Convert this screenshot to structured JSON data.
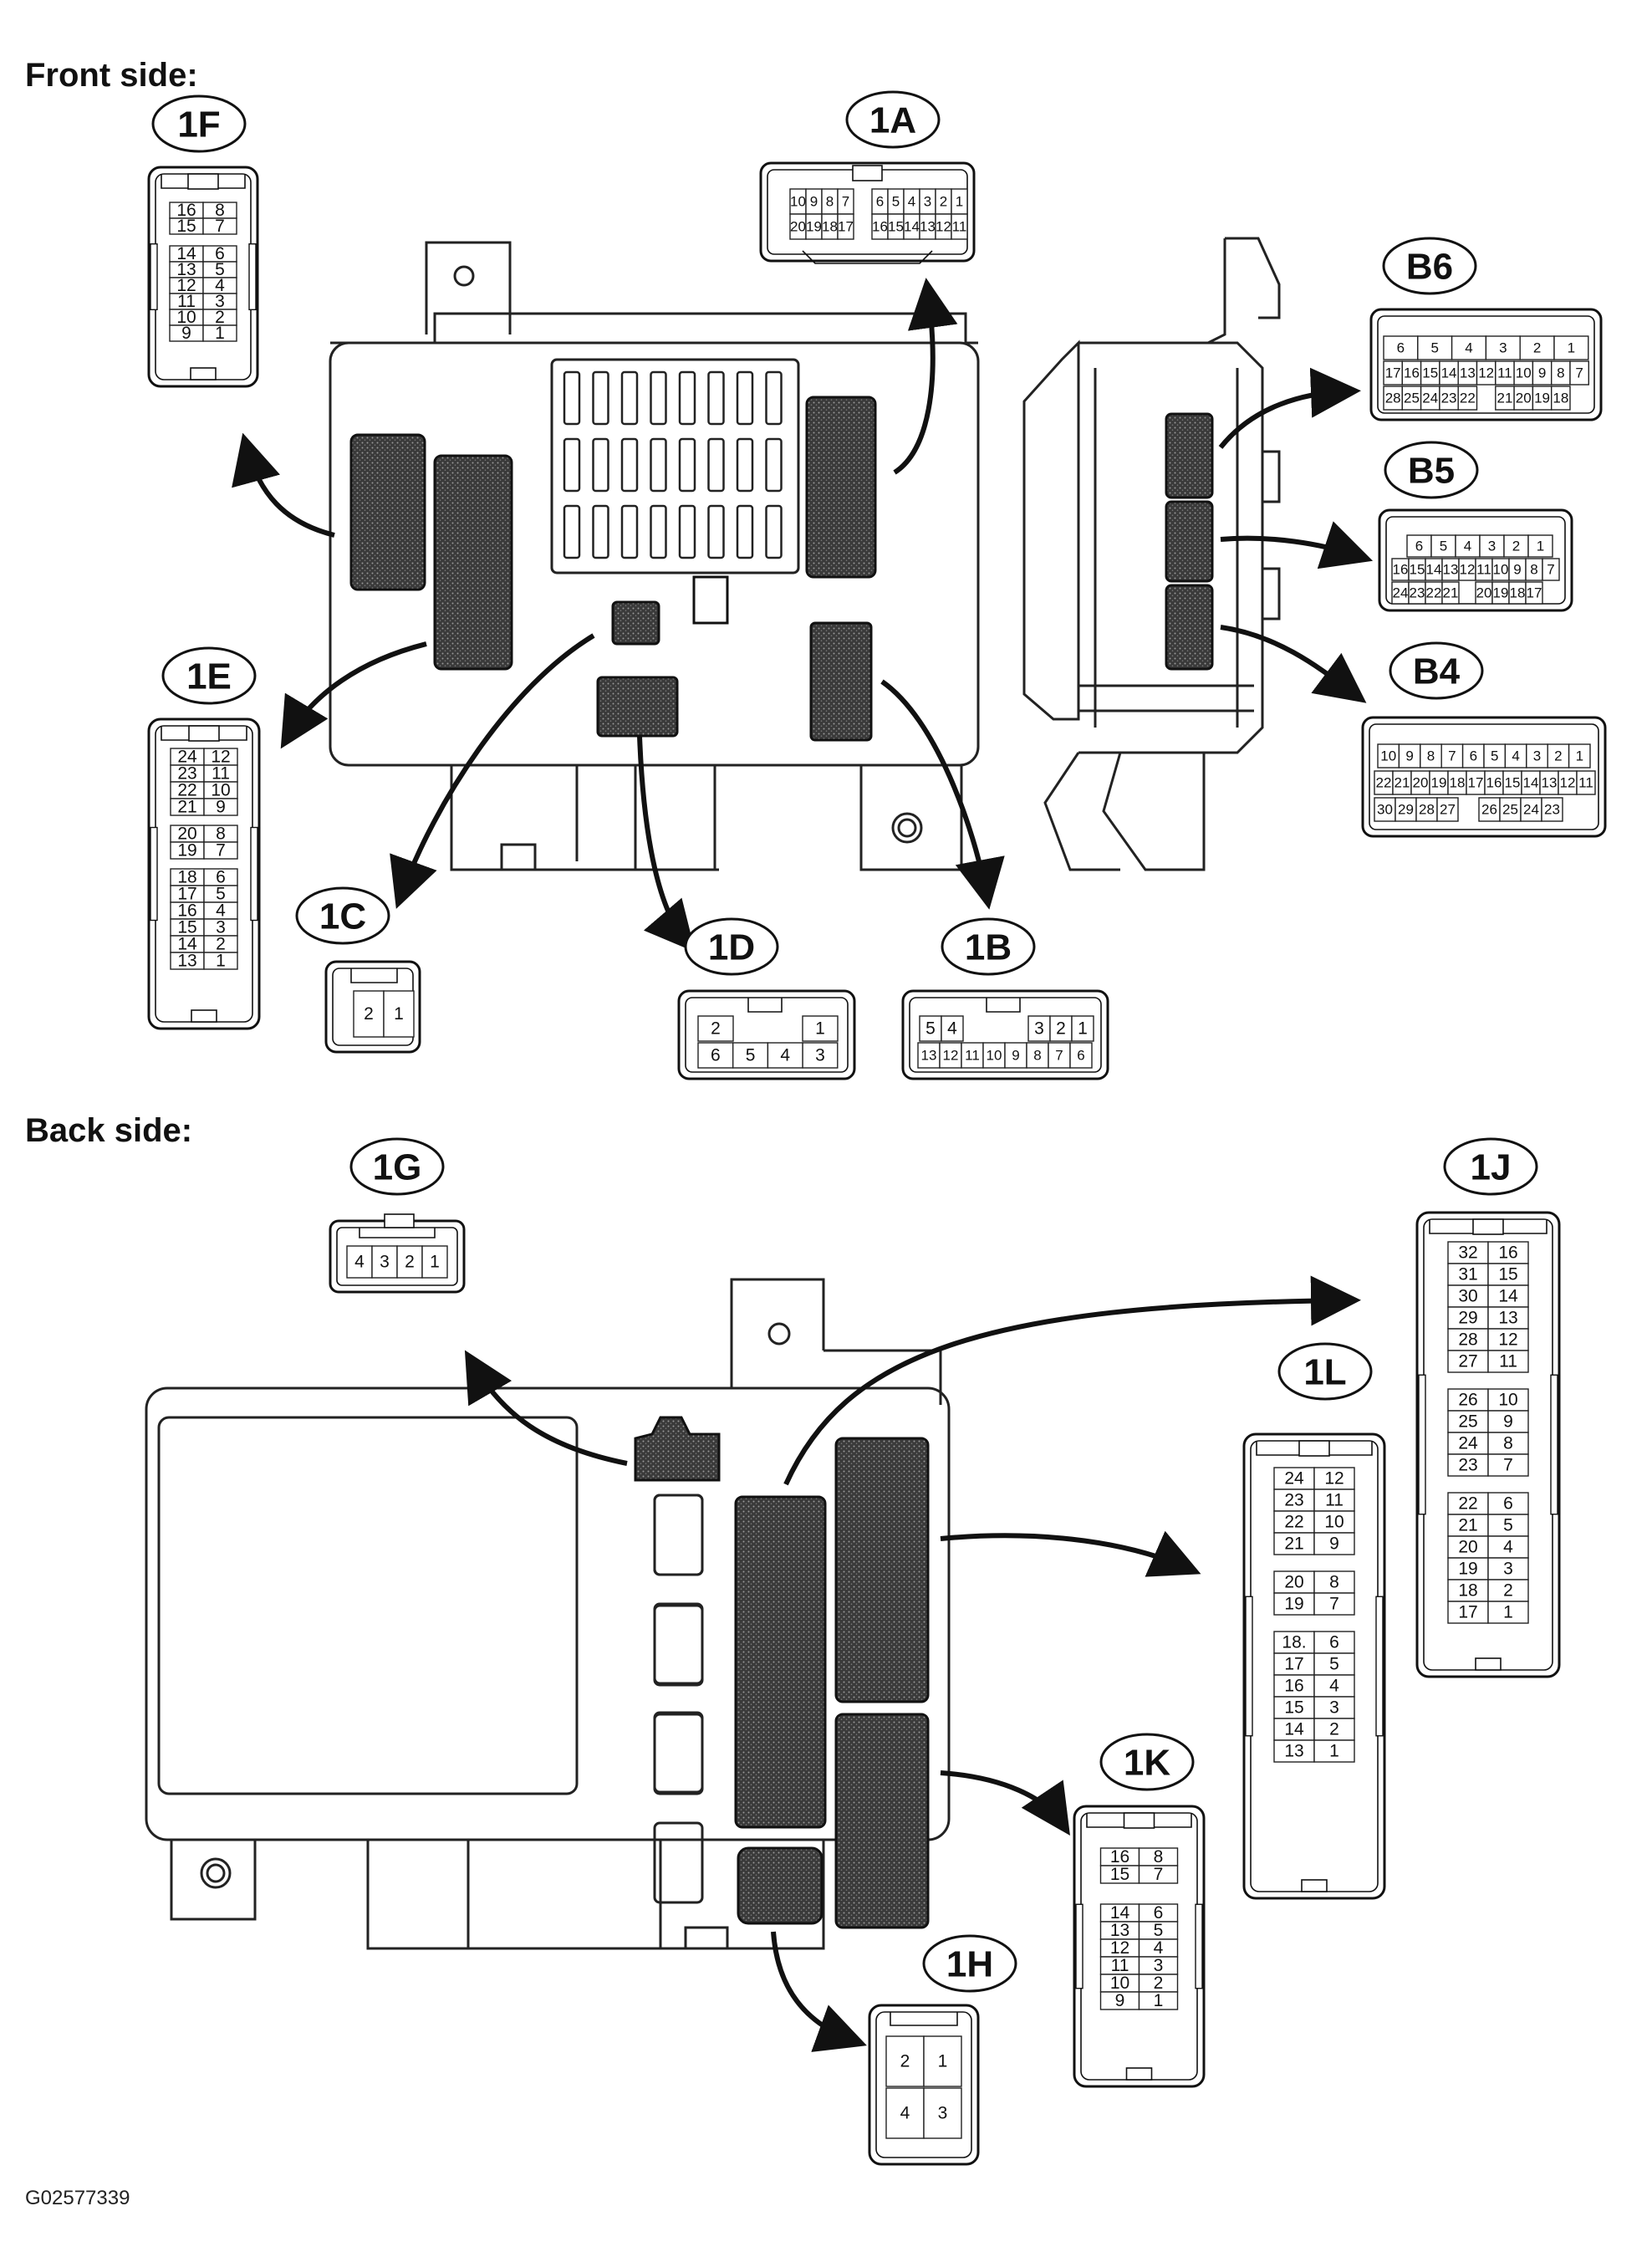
{
  "sections": {
    "front_title": "Front side:",
    "back_title": "Back side:"
  },
  "figure_id": "G02577339",
  "labels": {
    "c1F": "1F",
    "c1A": "1A",
    "cB6": "B6",
    "cB5": "B5",
    "cB4": "B4",
    "c1E": "1E",
    "c1C": "1C",
    "c1D": "1D",
    "c1B": "1B",
    "c1G": "1G",
    "c1J": "1J",
    "c1L": "1L",
    "c1K": "1K",
    "c1H": "1H"
  },
  "connectors": {
    "c1F": {
      "upper": [
        [
          "16",
          "8"
        ],
        [
          "15",
          "7"
        ]
      ],
      "lower": [
        [
          "14",
          "6"
        ],
        [
          "13",
          "5"
        ],
        [
          "12",
          "4"
        ],
        [
          "11",
          "3"
        ],
        [
          "10",
          "2"
        ],
        [
          "9",
          "1"
        ]
      ]
    },
    "c1A": {
      "left": [
        [
          "10",
          "9",
          "8",
          "7"
        ],
        [
          "20",
          "19",
          "18",
          "17"
        ]
      ],
      "right": [
        [
          "6",
          "5",
          "4",
          "3",
          "2",
          "1"
        ],
        [
          "16",
          "15",
          "14",
          "13",
          "12",
          "11"
        ]
      ]
    },
    "cB6": {
      "rows": [
        [
          "6",
          "5",
          "4",
          "3",
          "2",
          "1"
        ],
        [
          "17",
          "16",
          "15",
          "14",
          "13",
          "12",
          "11",
          "10",
          "9",
          "8",
          "7"
        ],
        [
          "28",
          "25",
          "24",
          "23",
          "22",
          "",
          "21",
          "20",
          "19",
          "18"
        ]
      ]
    },
    "cB5": {
      "rows": [
        [
          "6",
          "5",
          "4",
          "3",
          "2",
          "1"
        ],
        [
          "16",
          "15",
          "14",
          "13",
          "12",
          "11",
          "10",
          "9",
          "8",
          "7"
        ],
        [
          "24",
          "23",
          "22",
          "21",
          "",
          "20",
          "19",
          "18",
          "17"
        ]
      ]
    },
    "cB4": {
      "rows": [
        [
          "10",
          "9",
          "8",
          "7",
          "6",
          "5",
          "4",
          "3",
          "2",
          "1"
        ],
        [
          "22",
          "21",
          "20",
          "19",
          "18",
          "17",
          "16",
          "15",
          "14",
          "13",
          "12",
          "11"
        ],
        [
          "30",
          "29",
          "28",
          "27",
          "",
          "26",
          "25",
          "24",
          "23"
        ]
      ]
    },
    "c1E": {
      "groups": [
        [
          [
            "24",
            "12"
          ],
          [
            "23",
            "11"
          ],
          [
            "22",
            "10"
          ],
          [
            "21",
            "9"
          ]
        ],
        [
          [
            "20",
            "8"
          ],
          [
            "19",
            "7"
          ]
        ],
        [
          [
            "18",
            "6"
          ],
          [
            "17",
            "5"
          ],
          [
            "16",
            "4"
          ],
          [
            "15",
            "3"
          ],
          [
            "14",
            "2"
          ],
          [
            "13",
            "1"
          ]
        ]
      ]
    },
    "c1C": {
      "pins": [
        "2",
        "1"
      ]
    },
    "c1D": {
      "top": [
        "2",
        "1"
      ],
      "bottom": [
        "6",
        "5",
        "4",
        "3"
      ]
    },
    "c1B": {
      "top": [
        "5",
        "4",
        "3",
        "2",
        "1"
      ],
      "bottom": [
        "13",
        "12",
        "11",
        "10",
        "9",
        "8",
        "7",
        "6"
      ]
    },
    "c1G": {
      "pins": [
        "4",
        "3",
        "2",
        "1"
      ]
    },
    "c1J": {
      "groups": [
        [
          [
            "32",
            "16"
          ],
          [
            "31",
            "15"
          ],
          [
            "30",
            "14"
          ],
          [
            "29",
            "13"
          ],
          [
            "28",
            "12"
          ],
          [
            "27",
            "11"
          ]
        ],
        [
          [
            "26",
            "10"
          ],
          [
            "25",
            "9"
          ],
          [
            "24",
            "8"
          ],
          [
            "23",
            "7"
          ]
        ],
        [
          [
            "22",
            "6"
          ],
          [
            "21",
            "5"
          ],
          [
            "20",
            "4"
          ],
          [
            "19",
            "3"
          ],
          [
            "18",
            "2"
          ],
          [
            "17",
            "1"
          ]
        ]
      ]
    },
    "c1L": {
      "groups": [
        [
          [
            "24",
            "12"
          ],
          [
            "23",
            "11"
          ],
          [
            "22",
            "10"
          ],
          [
            "21",
            "9"
          ]
        ],
        [
          [
            "20",
            "8"
          ],
          [
            "19",
            "7"
          ]
        ],
        [
          [
            "18.",
            "6"
          ],
          [
            "17",
            "5"
          ],
          [
            "16",
            "4"
          ],
          [
            "15",
            "3"
          ],
          [
            "14",
            "2"
          ],
          [
            "13",
            "1"
          ]
        ]
      ]
    },
    "c1K": {
      "upper": [
        [
          "16",
          "8"
        ],
        [
          "15",
          "7"
        ]
      ],
      "lower": [
        [
          "14",
          "6"
        ],
        [
          "13",
          "5"
        ],
        [
          "12",
          "4"
        ],
        [
          "11",
          "3"
        ],
        [
          "10",
          "2"
        ],
        [
          "9",
          "1"
        ]
      ]
    },
    "c1H": {
      "top": [
        "2",
        "1"
      ],
      "bottom": [
        "4",
        "3"
      ]
    }
  }
}
